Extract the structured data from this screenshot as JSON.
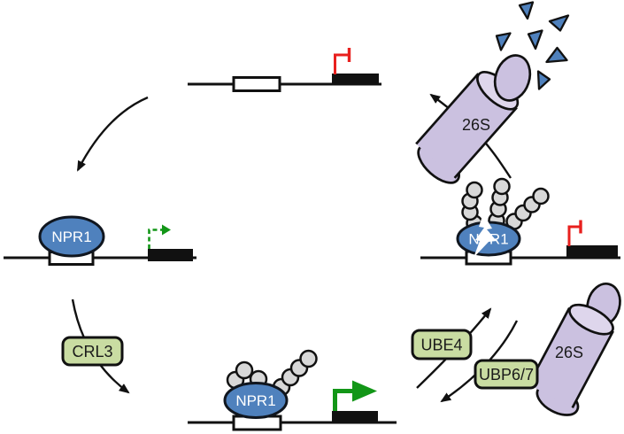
{
  "diagram": {
    "type": "pathway-diagram",
    "description": "NPR1 target-gene regulation cycle: NPR1 binds promoter, CRL3 ubiquitinates NPR1 to activate transcription, UBE4/UBP6/7 edit the ubiquitin chain, and the 26S proteasome degrades polyubiquitinated NPR1",
    "labels": {
      "npr1": "NPR1",
      "crl3": "CRL3",
      "ube4": "UBE4",
      "ubp67": "UBP6/7",
      "proteasome": "26S"
    },
    "icons": {
      "blocked_transcription": "red-T-bar-blocked-arrow-icon",
      "weak_transcription": "green-dashed-bent-arrow-icon",
      "strong_transcription": "green-solid-bent-arrow-icon",
      "ubiquitin": "gray-bead-circle",
      "degradation_fragment": "blue-triangle",
      "extraction": "white-lightning-bolt"
    },
    "colors": {
      "npr1_blue": "#4f81bd",
      "fragment_blue": "#4f81bd",
      "enzyme_green_fill": "#c9dca2",
      "proteasome_purple": "#cbc1e0",
      "proteasome_opening": "#ded6ec",
      "ubiquitin_gray": "#d8d8d8",
      "active_green": "#129617",
      "blocked_red": "#e8201e",
      "outline_black": "#111111",
      "background": "#ffffff"
    }
  }
}
